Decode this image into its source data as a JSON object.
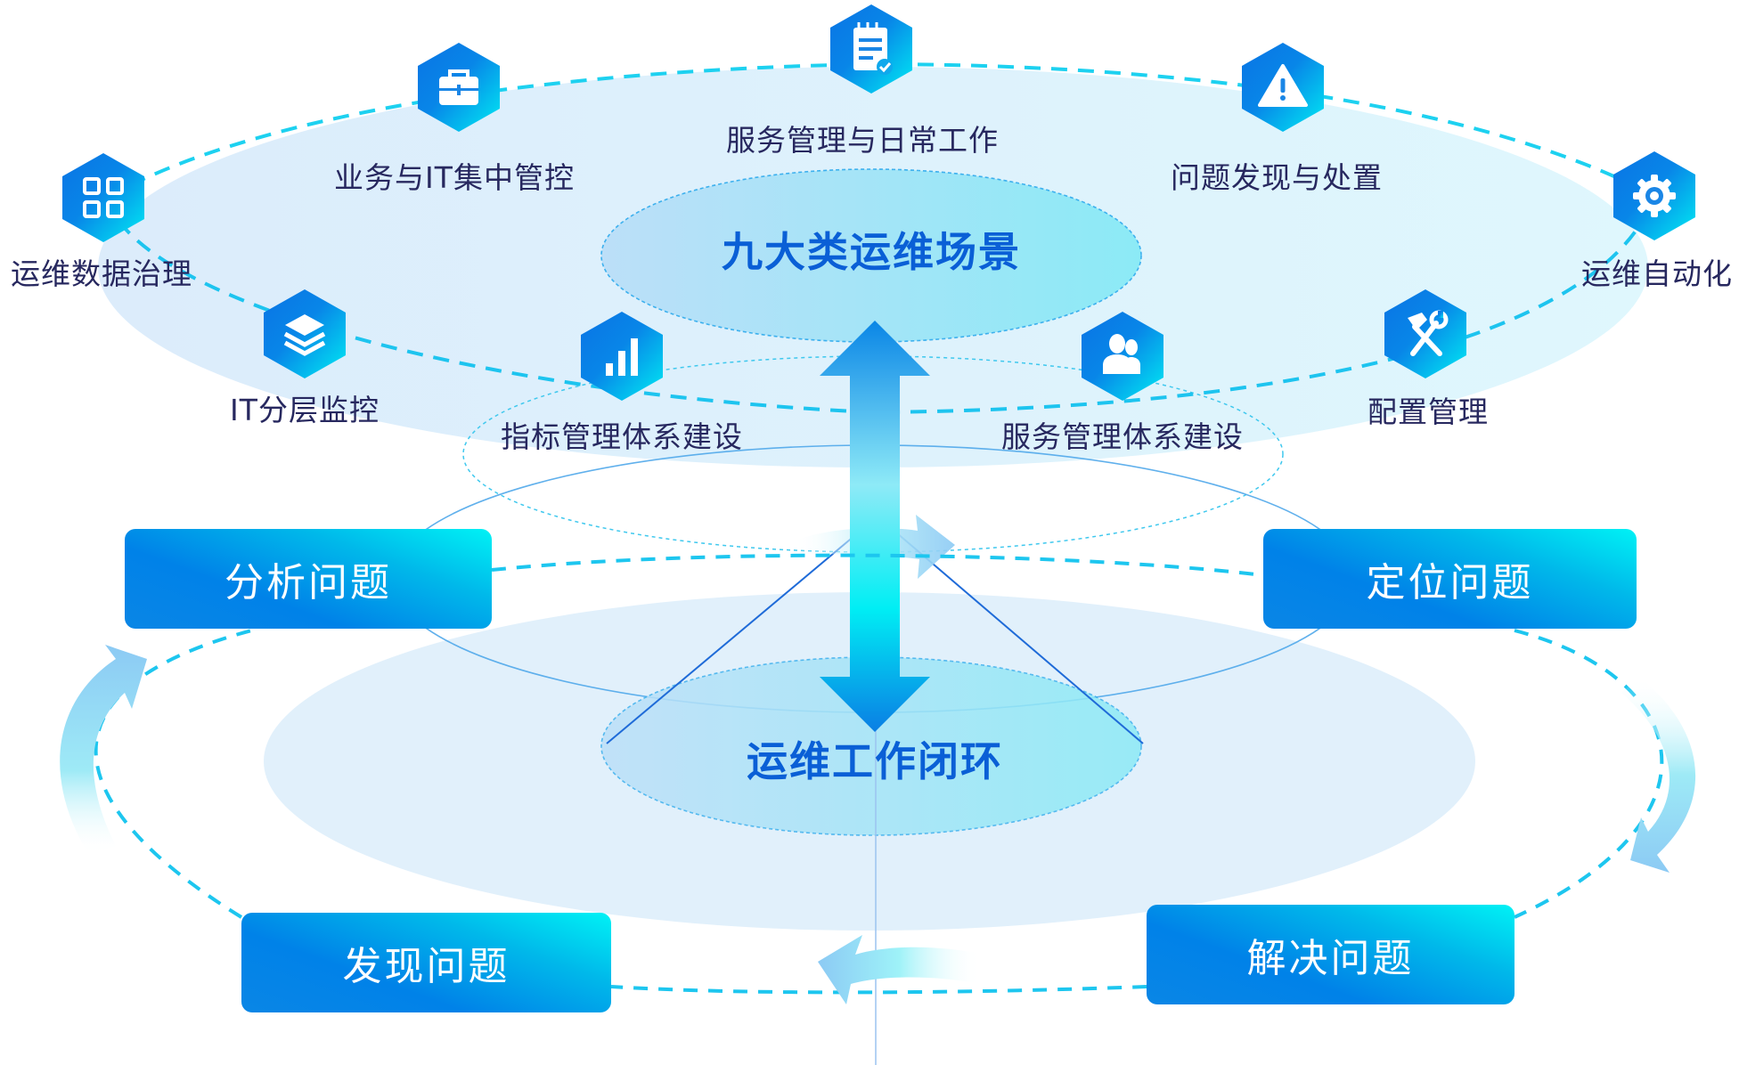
{
  "diagram": {
    "top_center_title": "九大类运维场景",
    "bottom_center_title": "运维工作闭环",
    "scenarios": [
      {
        "label": "运维数据治理",
        "icon": "grid-icon"
      },
      {
        "label": "业务与IT集中管控",
        "icon": "briefcase-icon"
      },
      {
        "label": "服务管理与日常工作",
        "icon": "notepad-check-icon"
      },
      {
        "label": "问题发现与处置",
        "icon": "warning-icon"
      },
      {
        "label": "运维自动化",
        "icon": "gear-icon"
      },
      {
        "label": "IT分层监控",
        "icon": "layers-icon"
      },
      {
        "label": "指标管理体系建设",
        "icon": "bar-chart-icon"
      },
      {
        "label": "服务管理体系建设",
        "icon": "users-icon"
      },
      {
        "label": "配置管理",
        "icon": "tools-icon"
      }
    ],
    "loop_steps": [
      {
        "label": "分析问题"
      },
      {
        "label": "定位问题"
      },
      {
        "label": "发现问题"
      },
      {
        "label": "解决问题"
      }
    ],
    "colors": {
      "hex_gradient_start": "#0a78e6",
      "hex_gradient_end": "#00e6f2",
      "dashed_ring": "#1cc8ee",
      "label_text": "#27285f",
      "core_text": "#0a5fd6",
      "halo": "#e1f0fb"
    }
  }
}
